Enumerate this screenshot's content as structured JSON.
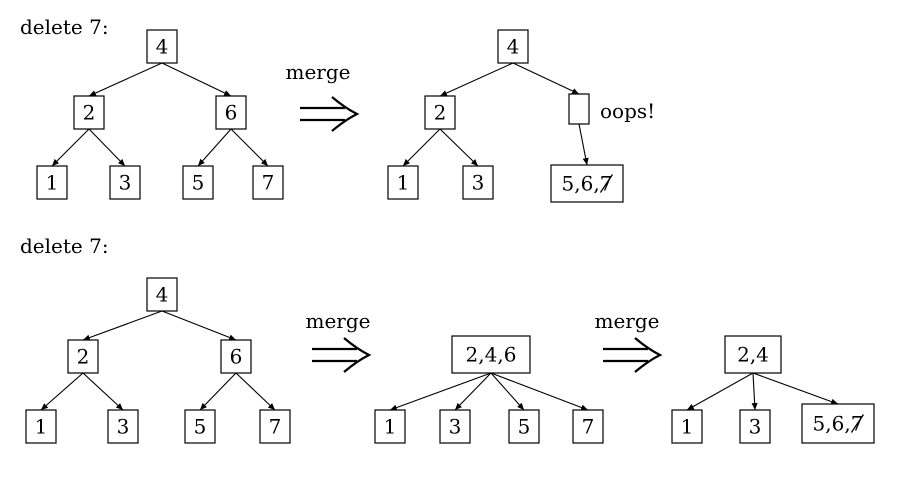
{
  "section_labels": [
    "delete 7:",
    "delete 7:"
  ],
  "arrow_label": "merge",
  "note": "oops!",
  "diagrams": [
    {
      "nodes": [
        {
          "id": "a_root",
          "label": "4"
        },
        {
          "id": "a_l",
          "label": "2"
        },
        {
          "id": "a_r",
          "label": "6"
        },
        {
          "id": "a_ll",
          "label": "1"
        },
        {
          "id": "a_lr",
          "label": "3"
        },
        {
          "id": "a_rl",
          "label": "5"
        },
        {
          "id": "a_rr",
          "label": "7"
        }
      ]
    },
    {
      "nodes": [
        {
          "id": "b_root",
          "label": "4"
        },
        {
          "id": "b_l",
          "label": "2"
        },
        {
          "id": "b_r",
          "label": ""
        },
        {
          "id": "b_ll",
          "label": "1"
        },
        {
          "id": "b_lr",
          "label": "3"
        },
        {
          "id": "b_rc",
          "label": "5,6,7",
          "struck": "7"
        }
      ]
    },
    {
      "nodes": [
        {
          "id": "c_root",
          "label": "4"
        },
        {
          "id": "c_l",
          "label": "2"
        },
        {
          "id": "c_r",
          "label": "6"
        },
        {
          "id": "c_ll",
          "label": "1"
        },
        {
          "id": "c_lr",
          "label": "3"
        },
        {
          "id": "c_rl",
          "label": "5"
        },
        {
          "id": "c_rr",
          "label": "7"
        }
      ]
    },
    {
      "nodes": [
        {
          "id": "d_root",
          "label": "2,4,6"
        },
        {
          "id": "d_1",
          "label": "1"
        },
        {
          "id": "d_2",
          "label": "3"
        },
        {
          "id": "d_3",
          "label": "5"
        },
        {
          "id": "d_4",
          "label": "7"
        }
      ]
    },
    {
      "nodes": [
        {
          "id": "e_root",
          "label": "2,4"
        },
        {
          "id": "e_1",
          "label": "1"
        },
        {
          "id": "e_2",
          "label": "3"
        },
        {
          "id": "e_3",
          "label": "5,6,7",
          "struck": "7"
        }
      ]
    }
  ]
}
